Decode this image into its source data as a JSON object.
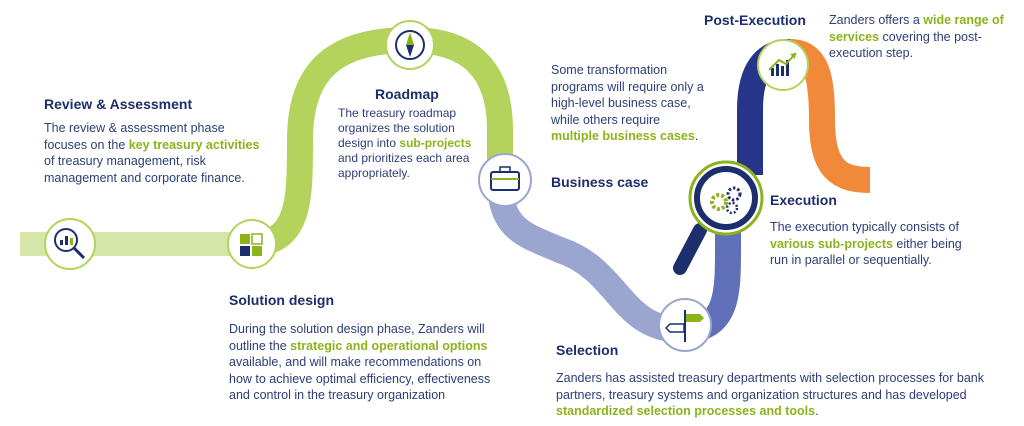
{
  "colors": {
    "navy": "#1c2e6b",
    "lime": "#8cb31c",
    "light_green": "#d6e6a8",
    "mid_green": "#b4d35c",
    "periwinkle": "#9aa6d0",
    "dark_blue": "#2c3f96",
    "orange": "#f0893a"
  },
  "steps": {
    "review": {
      "title": "Review & Assessment",
      "text_1": "The review & assessment phase focuses on the ",
      "highlight": "key treasury activities",
      "text_2": " of treasury management, risk management and corporate finance."
    },
    "solution": {
      "title": "Solution design",
      "text_1": "During the solution design phase, Zanders will outline the ",
      "highlight": "strategic and operational options",
      "text_2": " available, and will make recommendations on how to achieve optimal efficiency, effectiveness and control in the treasury organization"
    },
    "roadmap": {
      "title": "Roadmap",
      "text_1": "The treasury roadmap organizes the solution design into ",
      "highlight": "sub-projects",
      "text_2": " and prioritizes each area appropriately."
    },
    "business_case": {
      "title": "Business case",
      "text_1": "Some transformation programs will require only a high-level business case, while others require ",
      "highlight": "multiple business cases",
      "text_2": "."
    },
    "selection": {
      "title": "Selection",
      "text_1": "Zanders has assisted treasury departments with selection processes for bank partners, treasury systems and organization structures and has developed ",
      "highlight": "standardized selection processes and tools",
      "text_2": "."
    },
    "execution": {
      "title": "Execution",
      "text_1": "The execution typically consists of ",
      "highlight": "various sub-projects",
      "text_2": " either being run in parallel or sequentially."
    },
    "post_execution": {
      "title": "Post-Execution",
      "text_1": "Zanders offers a ",
      "highlight": "wide range of services",
      "text_2": " covering the post-execution step."
    }
  },
  "icons": {
    "review": "magnifier-chart-icon",
    "solution": "puzzle-icon",
    "roadmap": "compass-icon",
    "business_case": "briefcase-icon",
    "selection": "signpost-icon",
    "execution": "gears-magnifier-icon",
    "post_execution": "growth-chart-icon"
  }
}
